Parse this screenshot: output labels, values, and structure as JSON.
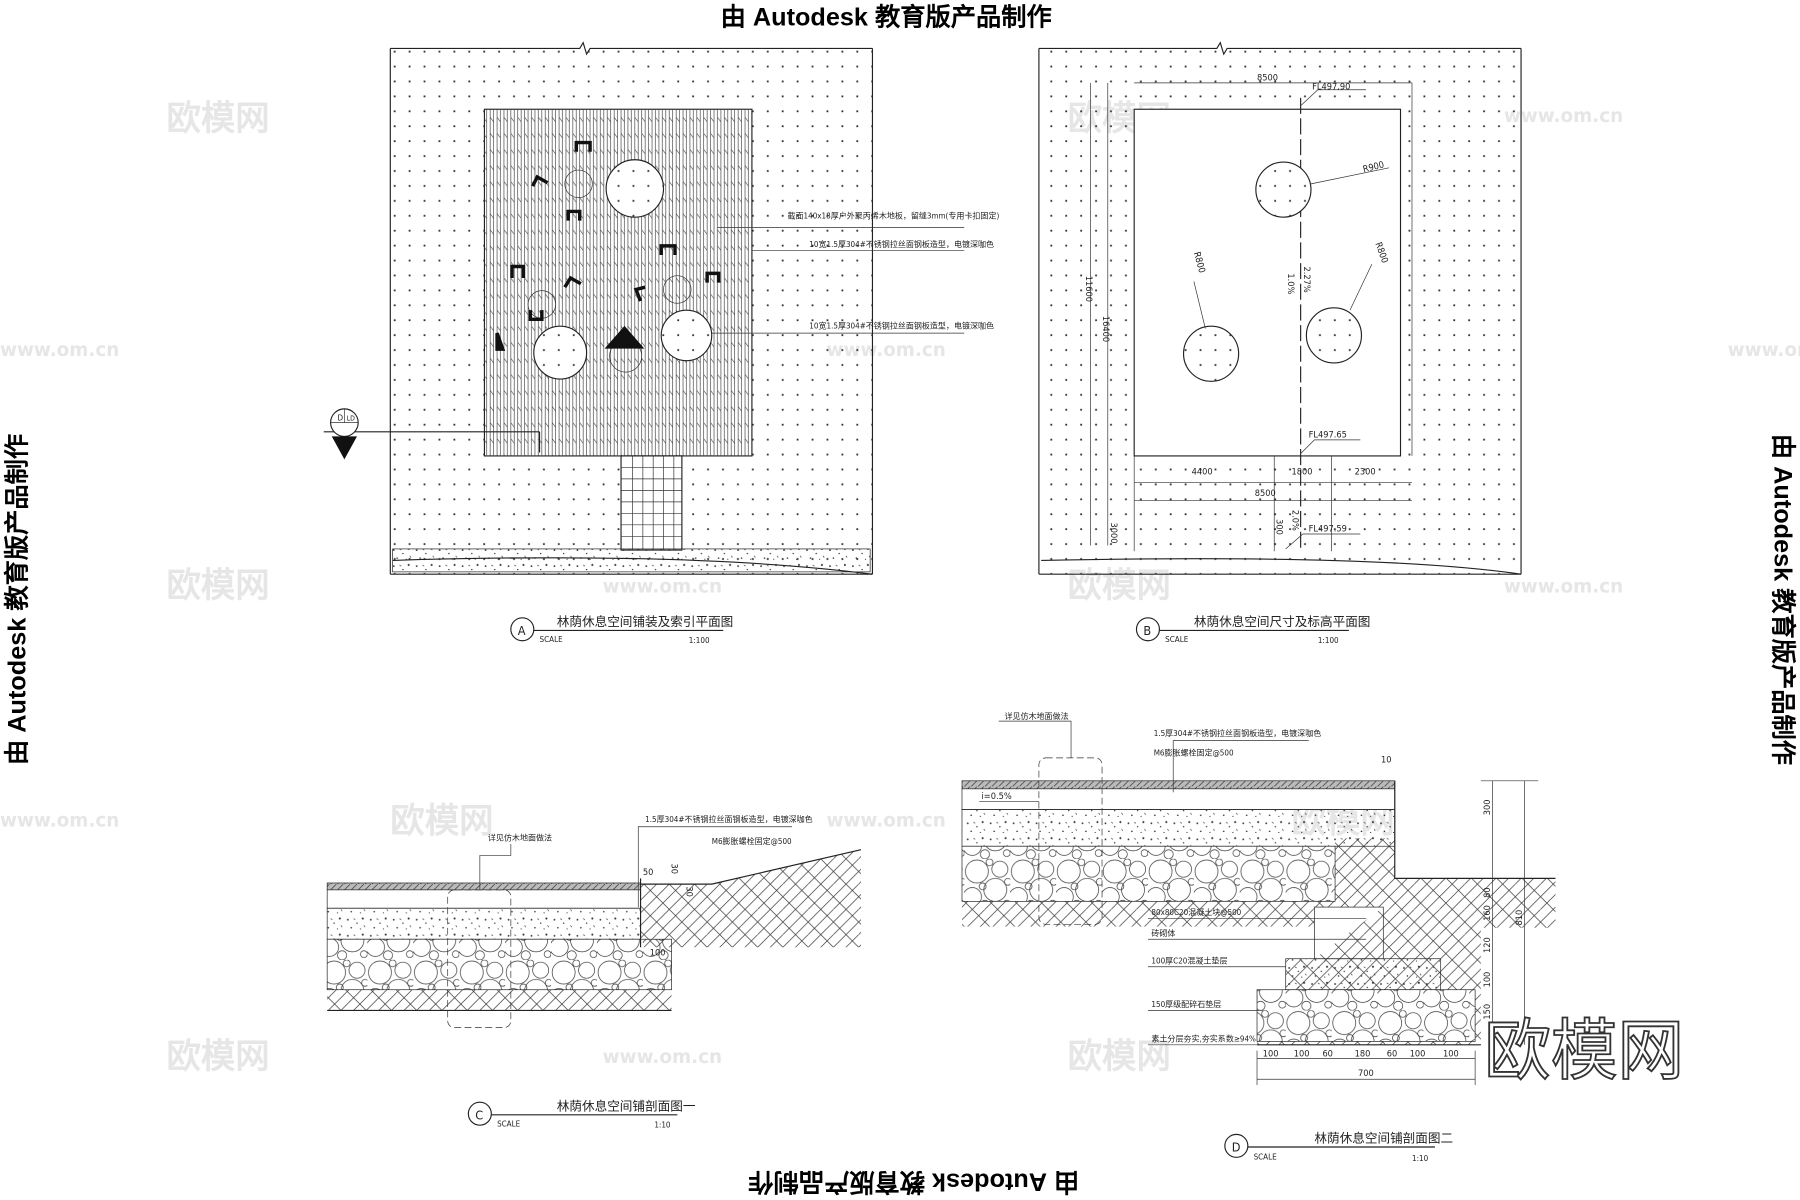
{
  "watermark": {
    "autodesk": "由 Autodesk 教育版产品制作",
    "site_cn": "欧模网",
    "site_url": "www.om.cn",
    "logo_big": "欧模网"
  },
  "panel_a": {
    "badge": "A",
    "title": "林荫休息空间铺装及索引平面图",
    "scale_label": "SCALE",
    "scale": "1:100",
    "notes": [
      "截面140x18厚户外聚丙烯木地板，留缝3mm(专用卡扣固定)",
      "10宽1.5厚304#不锈钢拉丝面钢板造型，电镀深咖色",
      "10宽1.5厚304#不锈钢拉丝面钢板造型，电镀深咖色"
    ],
    "index_top": "D",
    "index_bottom": "LD"
  },
  "panel_b": {
    "badge": "B",
    "title": "林荫休息空间尺寸及标高平面图",
    "scale_label": "SCALE",
    "scale": "1:100",
    "dims": {
      "top_width": "8500",
      "fl_top": "FL497.90",
      "r1": "R900",
      "r2": "R800",
      "r3": "R800",
      "h1": "11600",
      "h2": "16400",
      "slope1": "2.27%",
      "slope2": "1.0%",
      "fl_mid": "FL497.65",
      "w1": "4400",
      "w2": "1800",
      "w3": "2300",
      "w_total": "8500",
      "h3": "3000",
      "h4": "300",
      "slope3": "2.0%",
      "fl_bottom": "FL497.59"
    }
  },
  "panel_c": {
    "badge": "C",
    "title": "林荫休息空间铺剖面图一",
    "scale_label": "SCALE",
    "scale": "1:10",
    "notes": {
      "wood": "详见仿木地面做法",
      "steel": "1.5厚304#不锈钢拉丝面钢板造型，电镀深咖色",
      "bolt": "M6膨胀螺栓固定@500"
    },
    "dims": [
      "50",
      "30",
      "30",
      "100"
    ]
  },
  "panel_d": {
    "badge": "D",
    "title": "林荫休息空间铺剖面图二",
    "scale_label": "SCALE",
    "scale": "1:10",
    "notes": {
      "wood": "详见仿木地面做法",
      "steel": "1.5厚304#不锈钢拉丝面钢板造型，电镀深咖色",
      "bolt": "M6膨胀螺栓固定@500",
      "gap": "10",
      "slope": "i=0.5%",
      "block": "80x80C20混凝土块@500",
      "brick": "砖砌体",
      "concrete": "100厚C20混凝土垫层",
      "gravel": "150厚级配碎石垫层",
      "soil": "素土分层夯实,夯实系数≥94%"
    },
    "bottom_dims": [
      "100",
      "100",
      "60",
      "180",
      "60",
      "100",
      "100"
    ],
    "bottom_total": "700",
    "side_dims": [
      "300",
      "80",
      "160",
      "120",
      "100",
      "150"
    ],
    "side_total": "810"
  }
}
